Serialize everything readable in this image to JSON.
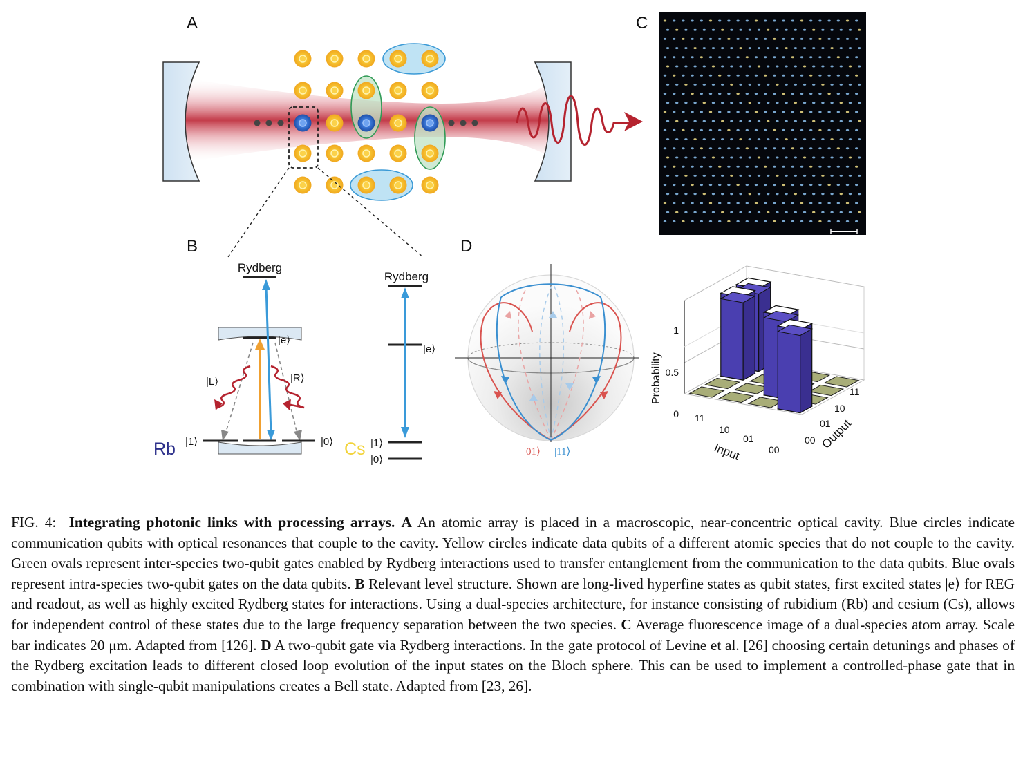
{
  "panels": {
    "a": "A",
    "b": "B",
    "c": "C",
    "d": "D"
  },
  "level_diagram": {
    "rb_species": "Rb",
    "cs_species": "Cs",
    "rb_rydberg": "Rydberg",
    "cs_rydberg": "Rydberg",
    "rb_excited": "|e⟩",
    "cs_excited": "|e⟩",
    "left_photon": "|L⟩",
    "right_photon": "|R⟩",
    "rb_state_1": "|1⟩",
    "rb_state_0": "|0⟩",
    "cs_state_1": "|1⟩",
    "cs_state_0": "|0⟩",
    "colors": {
      "rb": "#2b2f8a",
      "cs": "#f2d33a",
      "arrow_blue": "#3a9ad9",
      "arrow_orange": "#f0a030",
      "photon_red": "#b02030"
    }
  },
  "bloch": {
    "state_01": "|01⟩",
    "state_11": "|11⟩",
    "colors": {
      "red": "#d9534f",
      "blue": "#3a8fd0"
    }
  },
  "bar3d": {
    "ylabel": "Probability",
    "zticks": [
      "0",
      "0.5",
      "1"
    ],
    "input_label": "Input",
    "output_label": "Output",
    "input_ticks": [
      "11",
      "10",
      "01",
      "00"
    ],
    "output_ticks": [
      "00",
      "01",
      "10",
      "11"
    ],
    "colors": {
      "bar": "#5b4fc4",
      "floor": "#a8ad78"
    }
  },
  "caption": {
    "fig_label": "FIG. 4:",
    "title": "Integrating photonic links with processing arrays.",
    "a_letter": "A",
    "a_text": "An atomic array is placed in a macroscopic, near-concentric optical cavity. Blue circles indicate communication qubits with optical resonances that couple to the cavity. Yellow circles indicate data qubits of a different atomic species that do not couple to the cavity. Green ovals represent inter-species two-qubit gates enabled by Rydberg interactions used to transfer entanglement from the communication to the data qubits. Blue ovals represent intra-species two-qubit gates on the data qubits.",
    "b_letter": "B",
    "b_text": "Relevant level structure. Shown are long-lived hyperfine states as qubit states, first excited states |e⟩ for REG and readout, as well as highly excited Rydberg states for interactions. Using a dual-species architecture, for instance consisting of rubidium (Rb) and cesium (Cs), allows for independent control of these states due to the large frequency separation between the two species.",
    "c_letter": "C",
    "c_text": "Average fluorescence image of a dual-species atom array. Scale bar indicates 20 μm. Adapted from [126].",
    "d_letter": "D",
    "d_text": "A two-qubit gate via Rydberg interactions. In the gate protocol of Levine et al. [26] choosing certain detunings and phases of the Rydberg excitation leads to different closed loop evolution of the input states on the Bloch sphere. This can be used to implement a controlled-phase gate that in combination with single-qubit manipulations creates a Bell state. Adapted from [23, 26]."
  }
}
